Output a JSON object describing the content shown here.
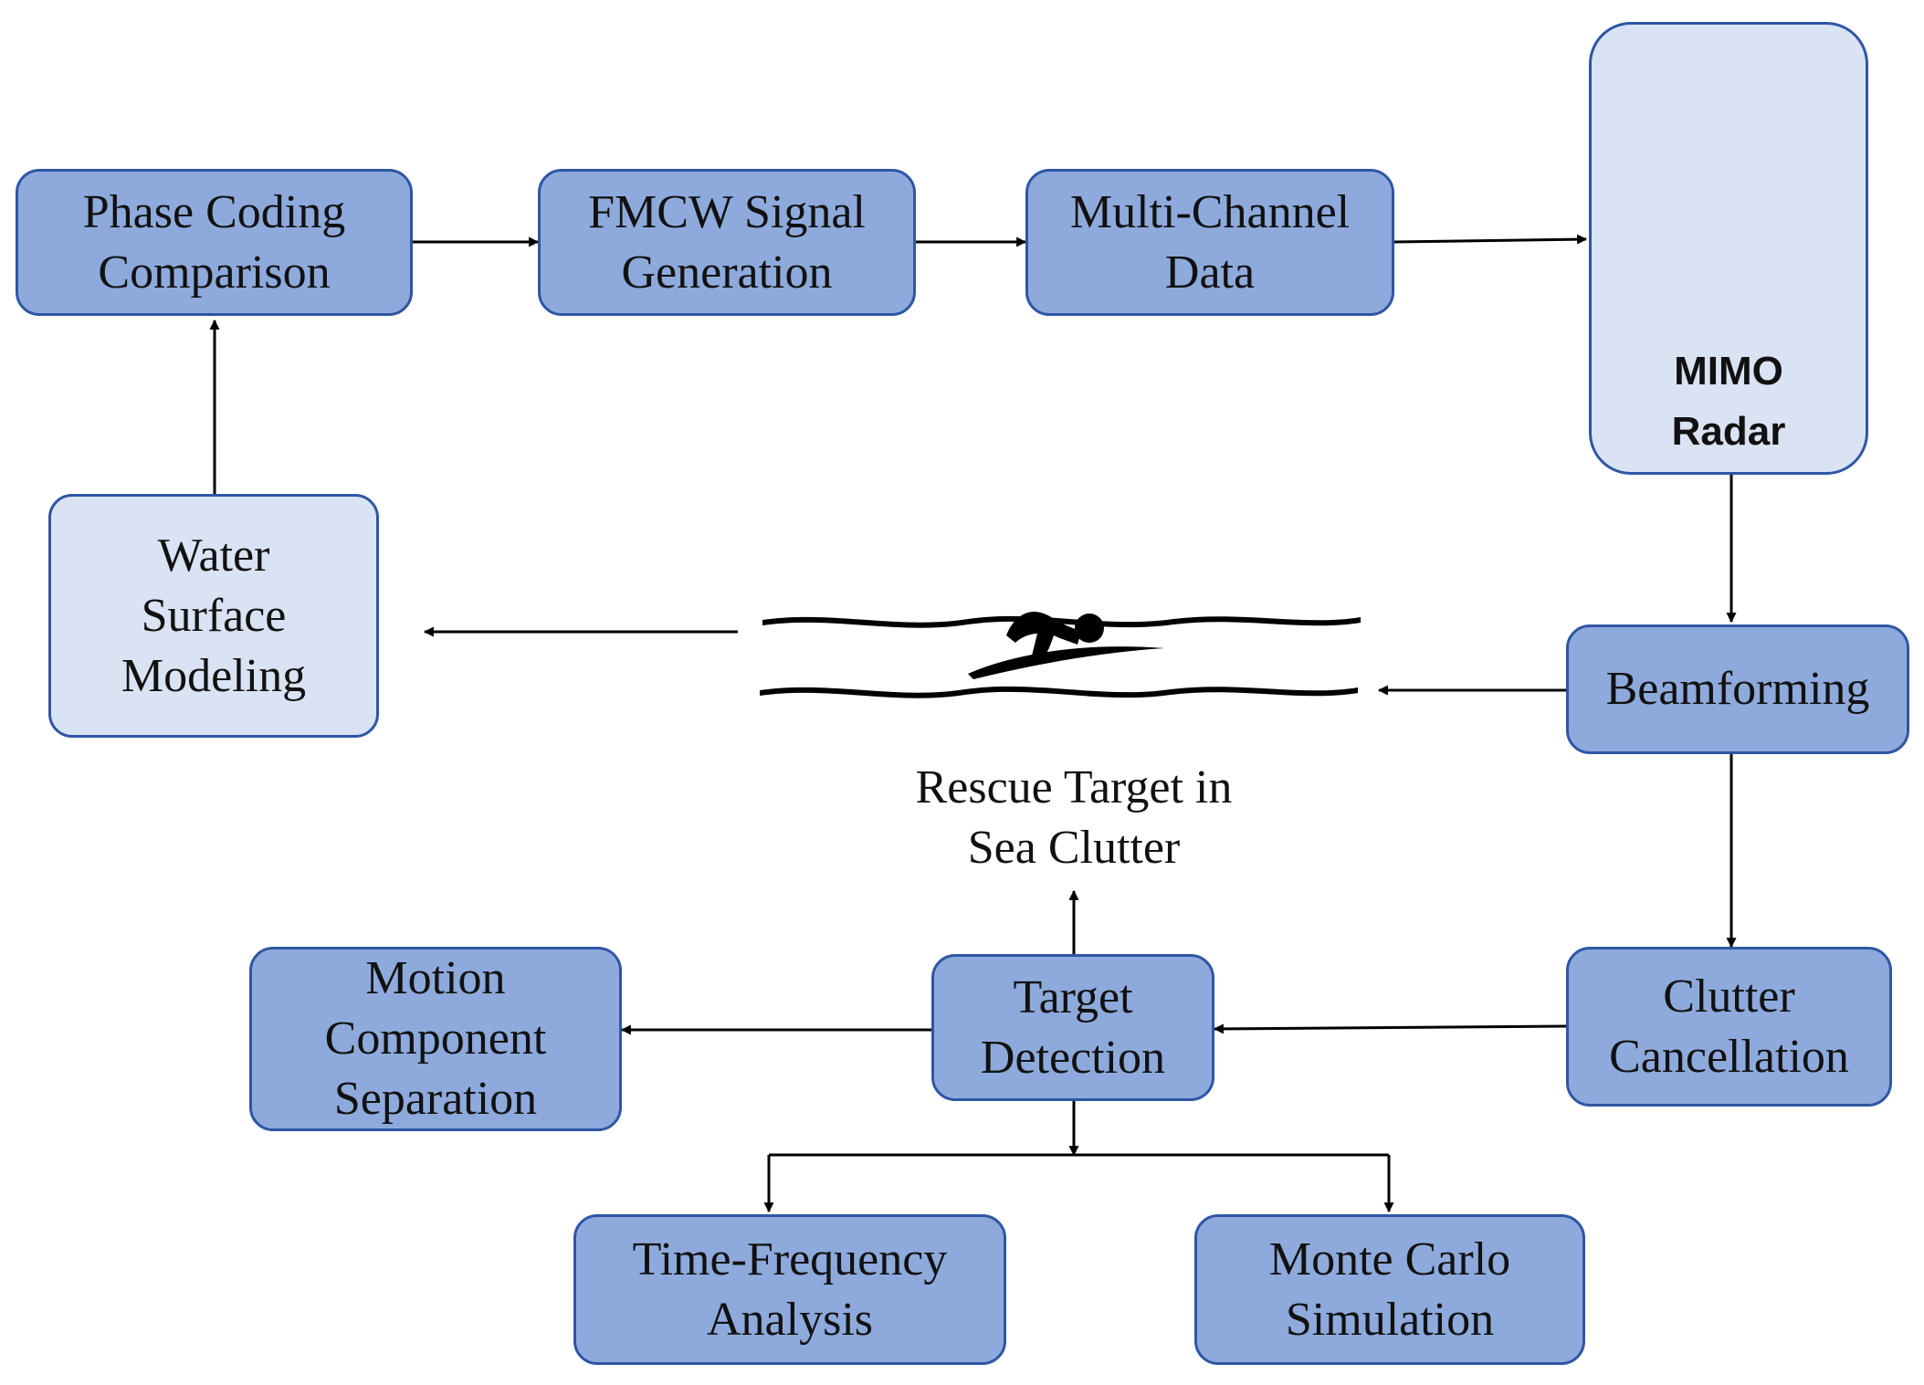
{
  "nodes": {
    "phase_coding": [
      "Phase Coding",
      "Comparison"
    ],
    "fmcw": [
      "FMCW Signal",
      "Generation"
    ],
    "multichannel": [
      "Multi-Channel",
      "Data"
    ],
    "mimo": [
      "MIMO",
      "Radar"
    ],
    "water": [
      "Water",
      "Surface",
      "Modeling"
    ],
    "beamforming": [
      "Beamforming"
    ],
    "rescue": [
      "Rescue Target in",
      "Sea Clutter"
    ],
    "clutter": [
      "Clutter",
      "Cancellation"
    ],
    "target": [
      "Target",
      "Detection"
    ],
    "motion": [
      "Motion",
      "Component",
      "Separation"
    ],
    "tfa": [
      "Time-Frequency",
      "Analysis"
    ],
    "monte": [
      "Monte Carlo",
      "Simulation"
    ]
  },
  "colors": {
    "box_fill": "#8eaadc",
    "light_fill": "#dae3f3",
    "border": "#2f56a4",
    "line": "#000000"
  },
  "icons": [
    "radar-antenna-icon",
    "radar-wave-icon",
    "swimmer-icon",
    "sea-wave-icon"
  ]
}
